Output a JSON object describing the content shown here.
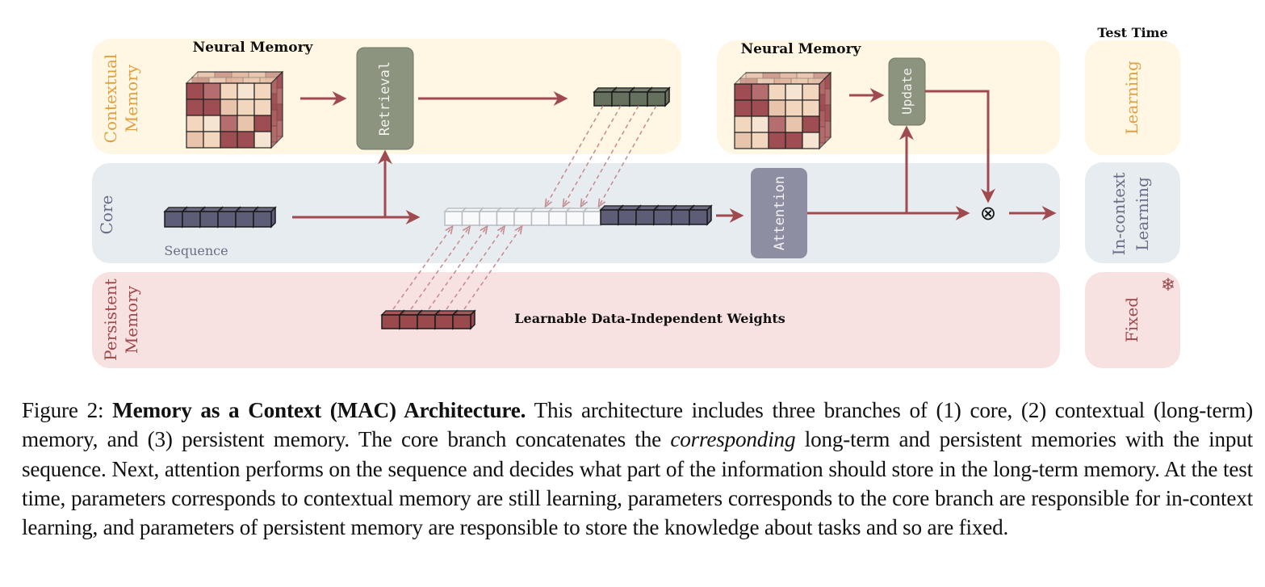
{
  "figure": {
    "header": {
      "test_time": "Test Time"
    },
    "branches": {
      "contextual": {
        "label_line1": "Contextual",
        "label_line2": "Memory",
        "color": "#e0a040",
        "bg": "#fff7e3"
      },
      "core": {
        "label": "Core",
        "color": "#6b6c85",
        "bg": "#e6ecf0"
      },
      "persistent": {
        "label_line1": "Persistent",
        "label_line2": "Memory",
        "color": "#9e4a4c",
        "bg": "#f7e1e1"
      }
    },
    "nodes": {
      "neural_memory_left": "Neural Memory",
      "neural_memory_right": "Neural Memory",
      "retrieval": "Retrieval",
      "update": "Update",
      "attention": "Attention",
      "sequence": "Sequence",
      "persistent_weights": "Learnable Data-Independent Weights",
      "combine_symbol": "⊗"
    },
    "test_time_panels": {
      "learning": "Learning",
      "in_context_line1": "In-context",
      "in_context_line2": "Learning",
      "fixed": "Fixed",
      "snowflake_icon": "❄"
    },
    "colors": {
      "arrow": "#a04a50",
      "retrieval_box": "#8c9480",
      "attention_box": "#8e8ea3",
      "context_tokens": "#66705f",
      "sequence_tokens": "#5d5d78",
      "persistent_tokens": "#9a4a4c"
    }
  },
  "caption": {
    "prefix": "Figure 2: ",
    "title": "Memory as a Context (MAC) Architecture.",
    "part1": " This architecture includes three branches of (1) core, (2) contextual (long-term) memory, and (3) persistent memory. The core branch concatenates the ",
    "emphasis": "corresponding",
    "part2": " long-term and persistent memories with the input sequence. Next, attention performs on the sequence and decides what part of the information should store in the long-term memory. At the test time, parameters corresponds to contextual memory are still learning, parameters corresponds to the core branch are responsible for in-context learning, and parameters of persistent memory are responsible to store the knowledge about tasks and so are fixed."
  }
}
